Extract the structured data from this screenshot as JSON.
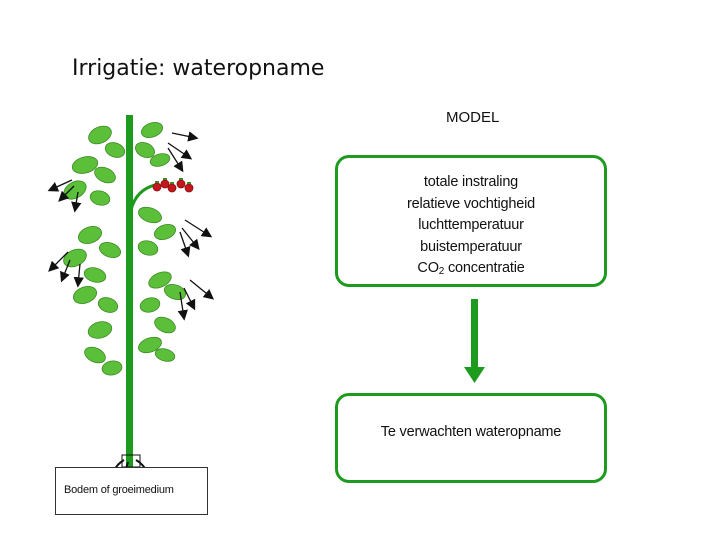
{
  "title": "Irrigatie: wateropname",
  "model_label": "MODEL",
  "inputs": {
    "line1": "totale instraling",
    "line2": "relatieve vochtigheid",
    "line3": "luchttemperatuur",
    "line4": "buistemperatuur",
    "co2_prefix": "CO",
    "co2_sub": "2",
    "co2_suffix": " concentratie"
  },
  "output_label": "Te verwachten wateropname",
  "soil_label": "Bodem of groeimedium",
  "colors": {
    "accent": "#1e9a1e",
    "leaf": "#5cbf3a",
    "tomato": "#c4161c"
  },
  "icons": [
    "plant-icon",
    "transpiration-arrow-icon",
    "down-arrow-icon"
  ]
}
